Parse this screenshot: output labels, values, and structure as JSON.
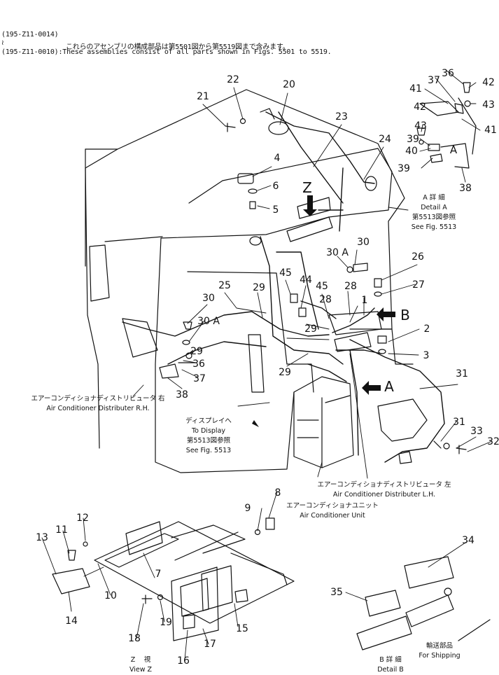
{
  "header": {
    "line1": "(195-Z11-0014)",
    "line2": "  ≀",
    "line3_jp": "これらのアセンブリの構成部品は第5501図から第5519図まで含みます。",
    "line4": "(195-Z11-0010):These assemblies consist of all parts shown in Figs. 5501 to 5519."
  },
  "callouts": [
    "1",
    "2",
    "3",
    "4",
    "5",
    "6",
    "7",
    "8",
    "9",
    "10",
    "11",
    "12",
    "13",
    "14",
    "15",
    "16",
    "17",
    "18",
    "19",
    "20",
    "21",
    "22",
    "23",
    "24",
    "25",
    "26",
    "27",
    "28",
    "28",
    "29",
    "29",
    "29",
    "29",
    "30",
    "30",
    "30 A",
    "30 A",
    "31",
    "31",
    "32",
    "33",
    "34",
    "35",
    "36",
    "36",
    "37",
    "37",
    "38",
    "38",
    "39",
    "39",
    "40",
    "41",
    "41",
    "42",
    "42",
    "43",
    "43",
    "44",
    "45",
    "45"
  ],
  "detail_a": {
    "jp": "A 詳 細",
    "en": "Detail A",
    "ref_jp": "第5513図参照",
    "ref_en": "See Fig. 5513"
  },
  "detail_b": {
    "jp": "B 詳 細",
    "en": "Detail B"
  },
  "view_z": {
    "jp": "Z 　視",
    "en": "View Z"
  },
  "shipping": {
    "jp": "輸送部品",
    "en": "For Shipping"
  },
  "distributor_rh": {
    "jp": "エアーコンディショナディストリビュータ 右",
    "en": "Air Conditioner Distributer R.H."
  },
  "display": {
    "jp": "ディスプレイへ",
    "en": "To Display",
    "ref_jp": "第5513図参照",
    "ref_en": "See Fig. 5513"
  },
  "distributor_lh": {
    "jp": "エアーコンディショナディストリビュータ 左",
    "en": "Air Conditioner Distributer L.H."
  },
  "ac_unit": {
    "jp": "エアーコンディショナユニット",
    "en": "Air Conditioner Unit"
  },
  "markers": {
    "z": "Z",
    "a": "A",
    "b": "B"
  }
}
